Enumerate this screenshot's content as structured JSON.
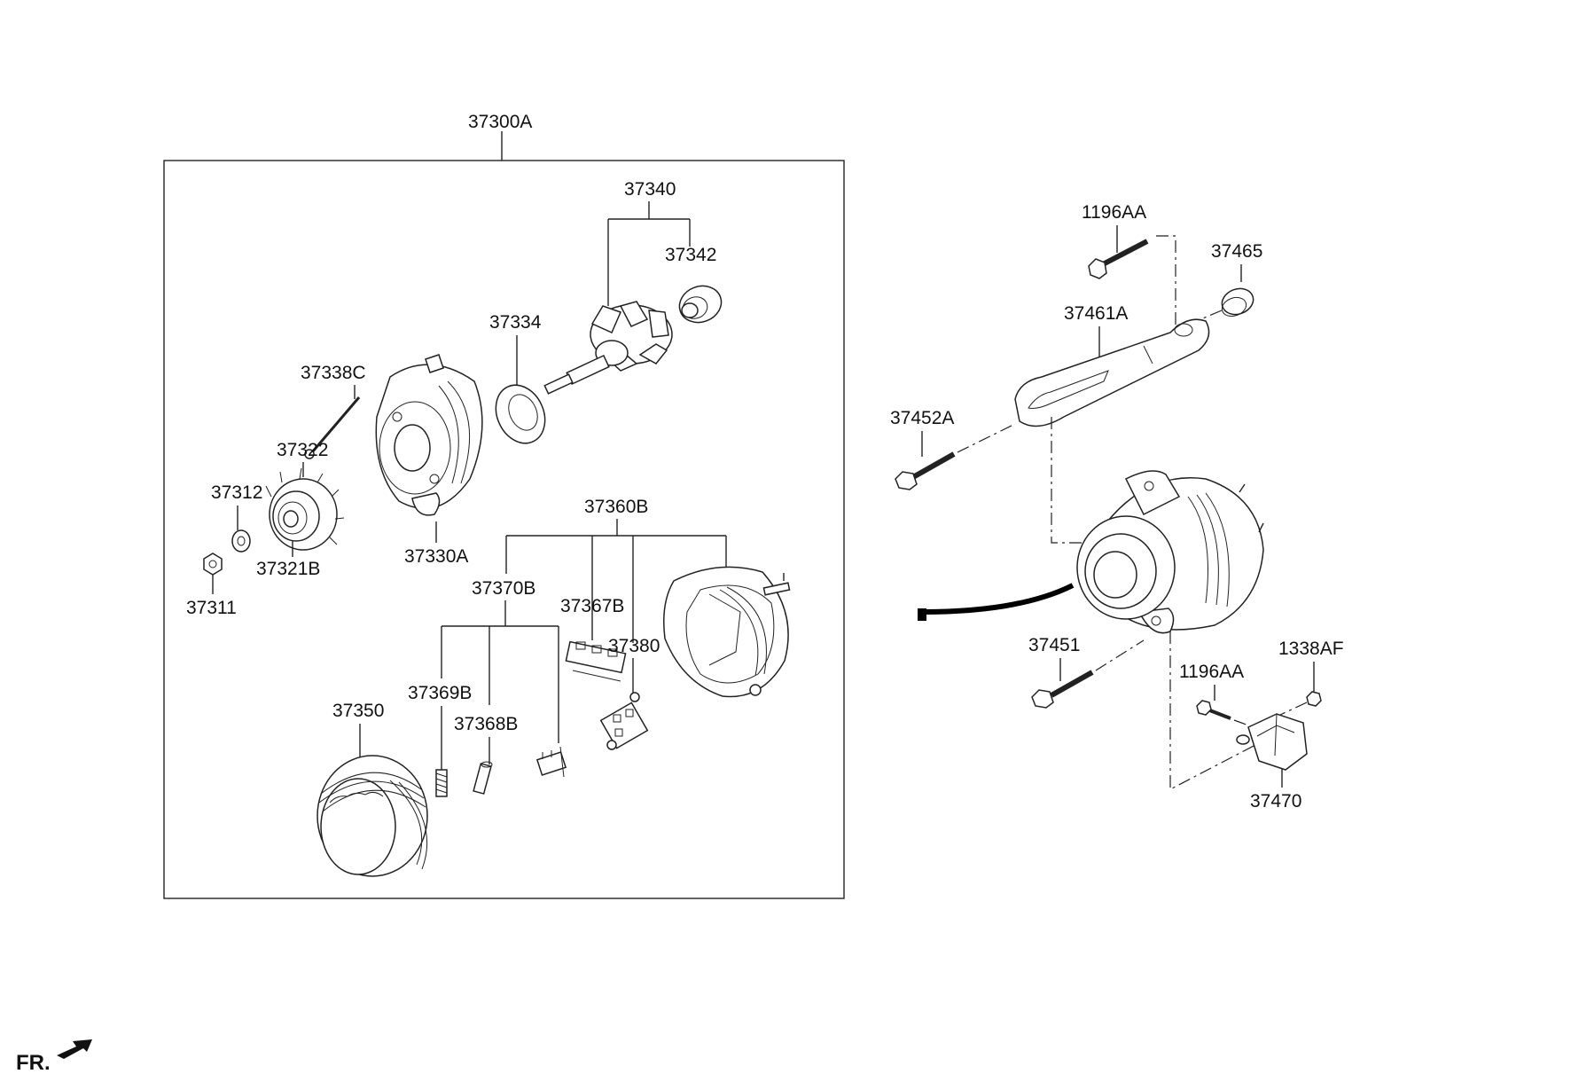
{
  "labels": {
    "p37300A": "37300A",
    "p37340": "37340",
    "p37342": "37342",
    "p37334": "37334",
    "p37338C": "37338C",
    "p37322": "37322",
    "p37312": "37312",
    "p37321B": "37321B",
    "p37330A": "37330A",
    "p37311": "37311",
    "p37360B": "37360B",
    "p37370B": "37370B",
    "p37367B": "37367B",
    "p37380": "37380",
    "p37369B": "37369B",
    "p37368B": "37368B",
    "p37350": "37350",
    "p1196AA_top": "1196AA",
    "p37465": "37465",
    "p37461A": "37461A",
    "p37452A": "37452A",
    "p37451": "37451",
    "p1196AA_bottom": "1196AA",
    "p1338AF": "1338AF",
    "p37470": "37470"
  },
  "front_indicator": "FR."
}
